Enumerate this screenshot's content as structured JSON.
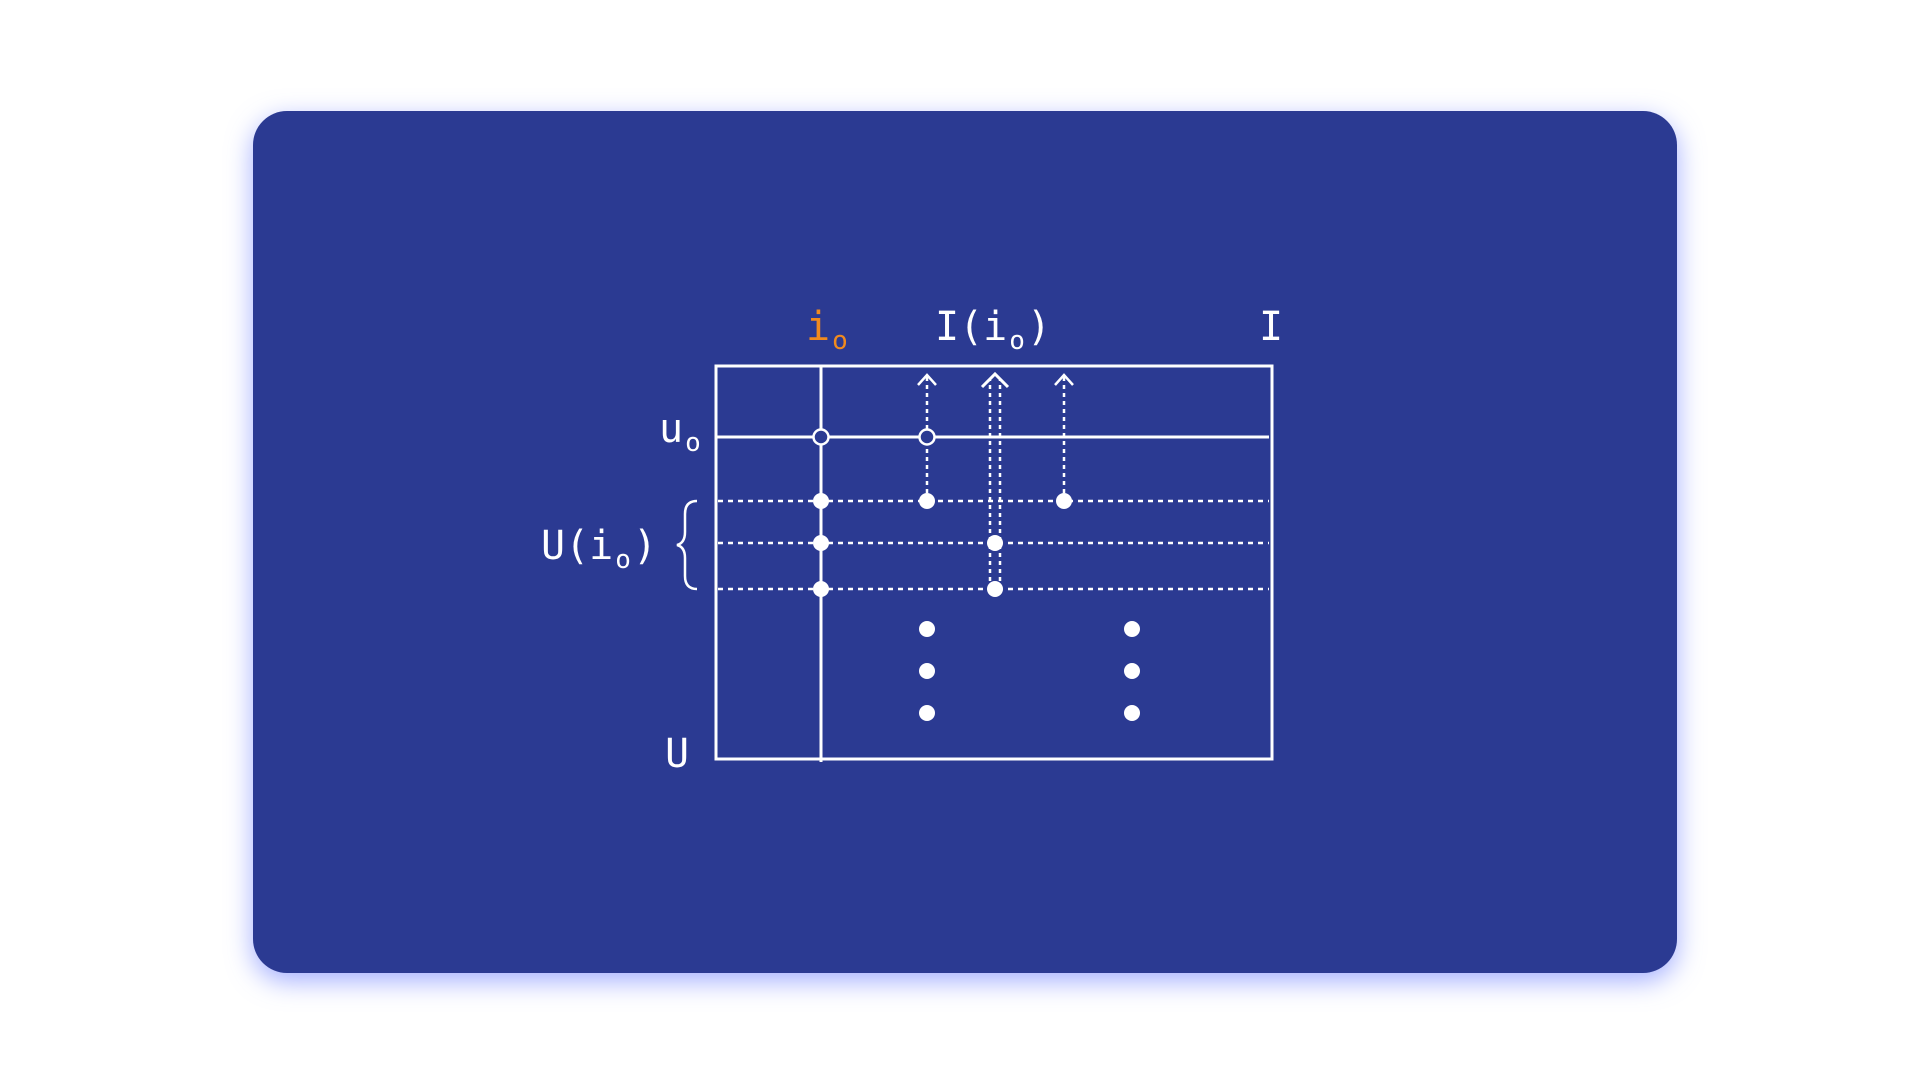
{
  "colors": {
    "card_background": "#2b3a92",
    "foreground": "#ffffff",
    "accent": "#f08a1e",
    "page_background": "#ffffff"
  },
  "labels": {
    "item_i": "i",
    "item_i_sub": "o",
    "item_set_prefix": "I(i",
    "item_set_sub": "o",
    "item_set_suffix": ")",
    "all_items": "I",
    "user_u": "u",
    "user_u_sub": "o",
    "user_set_prefix": "U(i",
    "user_set_sub": "o",
    "user_set_suffix": ")",
    "all_users": "U"
  }
}
